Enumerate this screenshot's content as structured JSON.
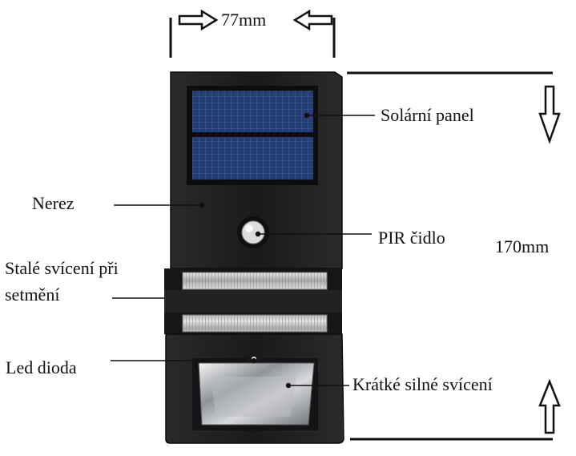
{
  "dimensions": {
    "width_label": "77mm",
    "height_label": "170mm"
  },
  "labels": {
    "solar_panel": "Solární panel",
    "stainless": "Nerez",
    "pir_sensor": "PIR čidlo",
    "steady_light_line1": "Stalé svícení při",
    "steady_light_line2": "setmění",
    "led_diode": "Led dioda",
    "short_strong_light": "Krátké silné svícení"
  },
  "colors": {
    "housing": "#1c1c1e",
    "solar_cell": "#1f3566",
    "light_strip": "#c9c9c9",
    "lens": "#9a9ea4"
  }
}
